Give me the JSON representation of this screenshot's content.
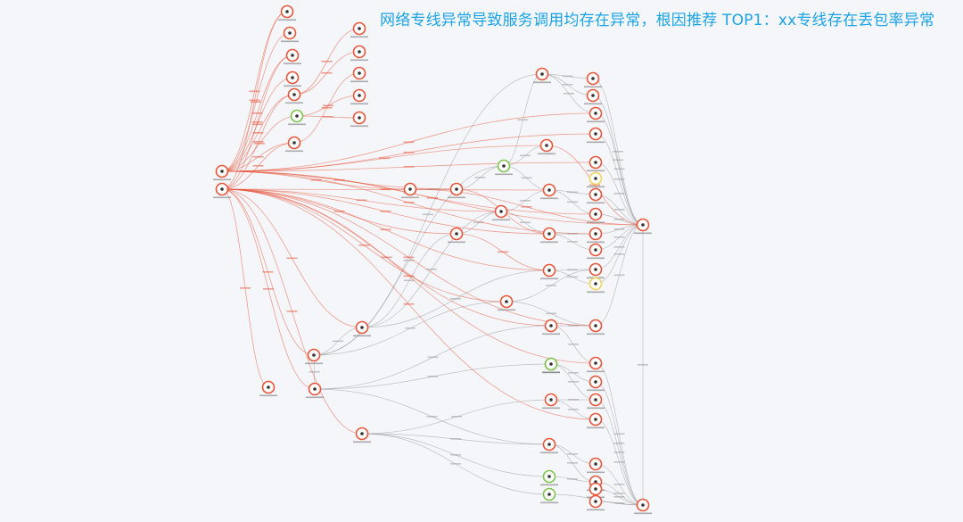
{
  "headline": "网络专线异常导致服务调用均存在异常，根因推荐 TOP1：xx专线存在丢包率异常",
  "colors": {
    "headline": "#1aa3e6",
    "abnormal": "#e8553a",
    "normal": "#7ec44f",
    "warning": "#f2d35b",
    "link": "#8c8c8c",
    "background": "#f5f6fa"
  },
  "graph": {
    "nodes": [
      {
        "id": "n1",
        "status": "abnormal"
      },
      {
        "id": "n2",
        "status": "abnormal"
      },
      {
        "id": "n3",
        "status": "abnormal"
      },
      {
        "id": "n4",
        "status": "abnormal"
      },
      {
        "id": "n5",
        "status": "abnormal"
      },
      {
        "id": "n6",
        "status": "abnormal"
      },
      {
        "id": "n7",
        "status": "abnormal"
      },
      {
        "id": "n8",
        "status": "normal"
      },
      {
        "id": "n9",
        "status": "abnormal"
      },
      {
        "id": "n10",
        "status": "abnormal"
      },
      {
        "id": "n11",
        "status": "abnormal"
      },
      {
        "id": "n12",
        "status": "abnormal"
      },
      {
        "id": "n13",
        "status": "abnormal"
      },
      {
        "id": "n14",
        "status": "abnormal"
      },
      {
        "id": "n15",
        "status": "abnormal"
      },
      {
        "id": "n16",
        "status": "abnormal"
      },
      {
        "id": "n17",
        "status": "abnormal"
      },
      {
        "id": "n18",
        "status": "abnormal"
      },
      {
        "id": "n19",
        "status": "abnormal"
      },
      {
        "id": "n20",
        "status": "abnormal"
      },
      {
        "id": "n21",
        "status": "abnormal"
      },
      {
        "id": "n22",
        "status": "normal"
      },
      {
        "id": "n23",
        "status": "abnormal"
      },
      {
        "id": "n24",
        "status": "abnormal"
      },
      {
        "id": "n25",
        "status": "abnormal"
      },
      {
        "id": "n26",
        "status": "abnormal"
      },
      {
        "id": "n27",
        "status": "abnormal"
      },
      {
        "id": "n28",
        "status": "abnormal"
      },
      {
        "id": "n29",
        "status": "abnormal"
      },
      {
        "id": "n30",
        "status": "abnormal"
      },
      {
        "id": "n31",
        "status": "abnormal"
      },
      {
        "id": "n32",
        "status": "abnormal"
      },
      {
        "id": "n33",
        "status": "abnormal"
      },
      {
        "id": "n34",
        "status": "abnormal"
      },
      {
        "id": "n35",
        "status": "abnormal"
      },
      {
        "id": "n36",
        "status": "warning"
      },
      {
        "id": "n37",
        "status": "abnormal"
      },
      {
        "id": "n38",
        "status": "abnormal"
      },
      {
        "id": "n39",
        "status": "abnormal"
      },
      {
        "id": "n40",
        "status": "abnormal"
      },
      {
        "id": "n41",
        "status": "abnormal"
      },
      {
        "id": "n42",
        "status": "warning"
      },
      {
        "id": "n43",
        "status": "abnormal"
      },
      {
        "id": "n44",
        "status": "abnormal"
      },
      {
        "id": "n45",
        "status": "abnormal"
      },
      {
        "id": "n46",
        "status": "normal"
      },
      {
        "id": "n47",
        "status": "abnormal"
      },
      {
        "id": "n48",
        "status": "abnormal"
      },
      {
        "id": "n49",
        "status": "abnormal"
      },
      {
        "id": "n50",
        "status": "abnormal"
      },
      {
        "id": "n51",
        "status": "abnormal"
      },
      {
        "id": "n52",
        "status": "abnormal"
      },
      {
        "id": "n53",
        "status": "abnormal"
      },
      {
        "id": "n54",
        "status": "abnormal"
      },
      {
        "id": "n55",
        "status": "normal"
      },
      {
        "id": "n56",
        "status": "abnormal"
      },
      {
        "id": "n57",
        "status": "normal"
      },
      {
        "id": "n58",
        "status": "abnormal"
      },
      {
        "id": "n59",
        "status": "abnormal"
      },
      {
        "id": "n60",
        "status": "abnormal"
      }
    ]
  }
}
